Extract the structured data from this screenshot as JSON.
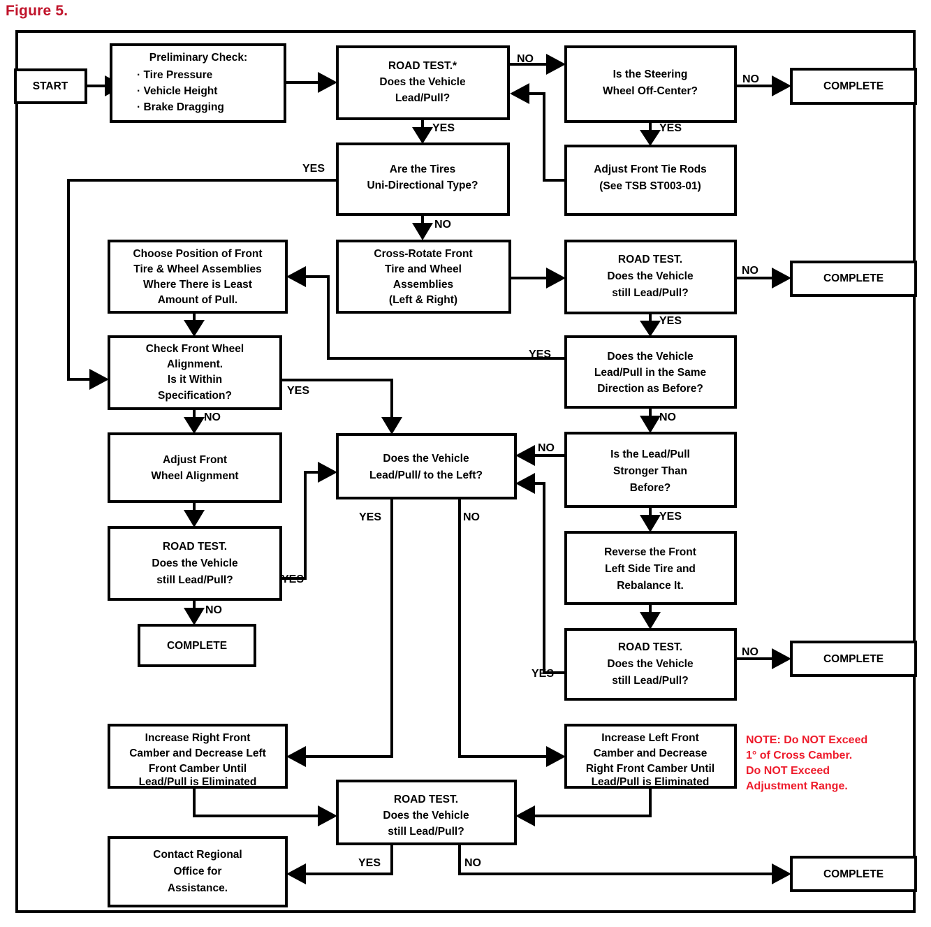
{
  "figure": {
    "title": "Figure 5."
  },
  "colors": {
    "title_red": "#c0132a",
    "note_red": "#ee1c2c",
    "box_stroke": "#000000",
    "background": "#ffffff"
  },
  "chart_data": {
    "type": "diagram",
    "diagram_kind": "flowchart",
    "title": "Figure 5.",
    "nodes": [
      {
        "id": "start",
        "shape": "box",
        "lines": [
          "START"
        ]
      },
      {
        "id": "prelim",
        "shape": "box",
        "lines": [
          "Preliminary Check:",
          "· Tire Pressure",
          "· Vehicle Height",
          "· Brake Dragging"
        ]
      },
      {
        "id": "roadtest1",
        "shape": "box",
        "lines": [
          "ROAD TEST.*",
          "Does the Vehicle",
          "Lead/Pull?"
        ]
      },
      {
        "id": "steeroff",
        "shape": "box",
        "lines": [
          "Is the Steering",
          "Wheel Off-Center?"
        ]
      },
      {
        "id": "complete1",
        "shape": "box",
        "lines": [
          "COMPLETE"
        ]
      },
      {
        "id": "tierods",
        "shape": "box",
        "lines": [
          "Adjust Front Tie Rods",
          "(See TSB ST003-01)"
        ]
      },
      {
        "id": "unidir",
        "shape": "box",
        "lines": [
          "Are the Tires",
          "Uni-Directional Type?"
        ]
      },
      {
        "id": "choosepos",
        "shape": "box",
        "lines": [
          "Choose Position of Front",
          "Tire & Wheel Assemblies",
          "Where There is Least",
          "Amount of Pull."
        ]
      },
      {
        "id": "crossrotate",
        "shape": "box",
        "lines": [
          "Cross-Rotate Front",
          "Tire and Wheel",
          "Assemblies",
          "(Left & Right)"
        ]
      },
      {
        "id": "roadtest2",
        "shape": "box",
        "lines": [
          "ROAD TEST.",
          "Does the Vehicle",
          "still Lead/Pull?"
        ]
      },
      {
        "id": "complete2",
        "shape": "box",
        "lines": [
          "COMPLETE"
        ]
      },
      {
        "id": "samedir",
        "shape": "box",
        "lines": [
          "Does the Vehicle",
          "Lead/Pull in the Same",
          "Direction as Before?"
        ]
      },
      {
        "id": "checkalign",
        "shape": "box",
        "lines": [
          "Check Front Wheel",
          "Alignment.",
          "Is it Within",
          "Specification?"
        ]
      },
      {
        "id": "adjustalign",
        "shape": "box",
        "lines": [
          "Adjust Front",
          "Wheel Alignment"
        ]
      },
      {
        "id": "leadleft",
        "shape": "box",
        "lines": [
          "Does the Vehicle",
          "Lead/Pull/ to the Left?"
        ]
      },
      {
        "id": "stronger",
        "shape": "box",
        "lines": [
          "Is the Lead/Pull",
          "Stronger Than",
          "Before?"
        ]
      },
      {
        "id": "roadtest3",
        "shape": "box",
        "lines": [
          "ROAD TEST.",
          "Does the Vehicle",
          "still Lead/Pull?"
        ]
      },
      {
        "id": "complete3",
        "shape": "box",
        "lines": [
          "COMPLETE"
        ]
      },
      {
        "id": "reverse",
        "shape": "box",
        "lines": [
          "Reverse the Front",
          "Left Side Tire and",
          "Rebalance It."
        ]
      },
      {
        "id": "roadtest4",
        "shape": "box",
        "lines": [
          "ROAD TEST.",
          "Does the Vehicle",
          "still Lead/Pull?"
        ]
      },
      {
        "id": "complete4",
        "shape": "box",
        "lines": [
          "COMPLETE"
        ]
      },
      {
        "id": "incright",
        "shape": "box",
        "lines": [
          "Increase Right Front",
          "Camber and Decrease Left",
          "Front Camber Until",
          "Lead/Pull is Eliminated"
        ]
      },
      {
        "id": "incleft",
        "shape": "box",
        "lines": [
          "Increase Left Front",
          "Camber and Decrease",
          "Right Front Camber Until",
          "Lead/Pull is Eliminated"
        ]
      },
      {
        "id": "roadtest5",
        "shape": "box",
        "lines": [
          "ROAD TEST.",
          "Does the Vehicle",
          "still Lead/Pull?"
        ]
      },
      {
        "id": "contact",
        "shape": "box",
        "lines": [
          "Contact Regional",
          "Office for",
          "Assistance."
        ]
      },
      {
        "id": "complete5",
        "shape": "box",
        "lines": [
          "COMPLETE"
        ]
      }
    ],
    "edge_labels": [
      {
        "id": "roadtest1-no",
        "text": "NO"
      },
      {
        "id": "roadtest1-yes",
        "text": "YES"
      },
      {
        "id": "steeroff-no",
        "text": "NO"
      },
      {
        "id": "steeroff-yes",
        "text": "YES"
      },
      {
        "id": "unidir-yes",
        "text": "YES"
      },
      {
        "id": "unidir-no",
        "text": "NO"
      },
      {
        "id": "roadtest2-no",
        "text": "NO"
      },
      {
        "id": "roadtest2-yes",
        "text": "YES"
      },
      {
        "id": "samedir-yes",
        "text": "YES"
      },
      {
        "id": "samedir-no",
        "text": "NO"
      },
      {
        "id": "checkalign-yes",
        "text": "YES"
      },
      {
        "id": "checkalign-no",
        "text": "NO"
      },
      {
        "id": "stronger-no",
        "text": "NO"
      },
      {
        "id": "stronger-yes",
        "text": "YES"
      },
      {
        "id": "roadtest3-yes",
        "text": "YES"
      },
      {
        "id": "roadtest3-no",
        "text": "NO"
      },
      {
        "id": "leadleft-yes",
        "text": "YES"
      },
      {
        "id": "leadleft-no",
        "text": "NO"
      },
      {
        "id": "roadtest4-no",
        "text": "NO"
      },
      {
        "id": "roadtest4-yes",
        "text": "YES"
      },
      {
        "id": "roadtest5-yes",
        "text": "YES"
      },
      {
        "id": "roadtest5-no",
        "text": "NO"
      }
    ],
    "note": {
      "lines": [
        "NOTE: Do NOT Exceed",
        "1° of Cross Camber.",
        "Do NOT Exceed",
        "Adjustment Range."
      ]
    }
  }
}
